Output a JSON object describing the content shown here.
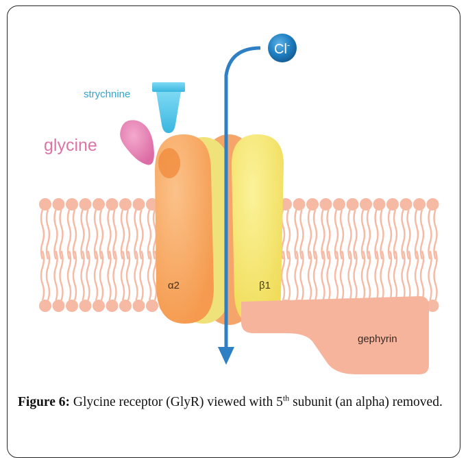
{
  "diagram": {
    "ion_label": "Cl",
    "ion_charge": "-",
    "antagonist_label": "strychnine",
    "agonist_label": "glycine",
    "subunit_alpha_label": "α2",
    "subunit_beta_label": "β1",
    "anchor_label": "gephyrin",
    "colors": {
      "membrane": "#f6b9a4",
      "alpha_subunit": "#f9a35a",
      "beta_subunit": "#f5e76b",
      "glycine": "#e77fb0",
      "strychnine": "#5ccbeb",
      "ion": "#1f7fc2",
      "arrow": "#2e7fc4",
      "gephyrin": "#f7b49c"
    }
  },
  "caption": {
    "figure_label": "Figure 6:",
    "text_before_sup": "Glycine receptor (GlyR) viewed with 5",
    "superscript": "th",
    "text_after_sup": "subunit (an alpha) removed."
  }
}
